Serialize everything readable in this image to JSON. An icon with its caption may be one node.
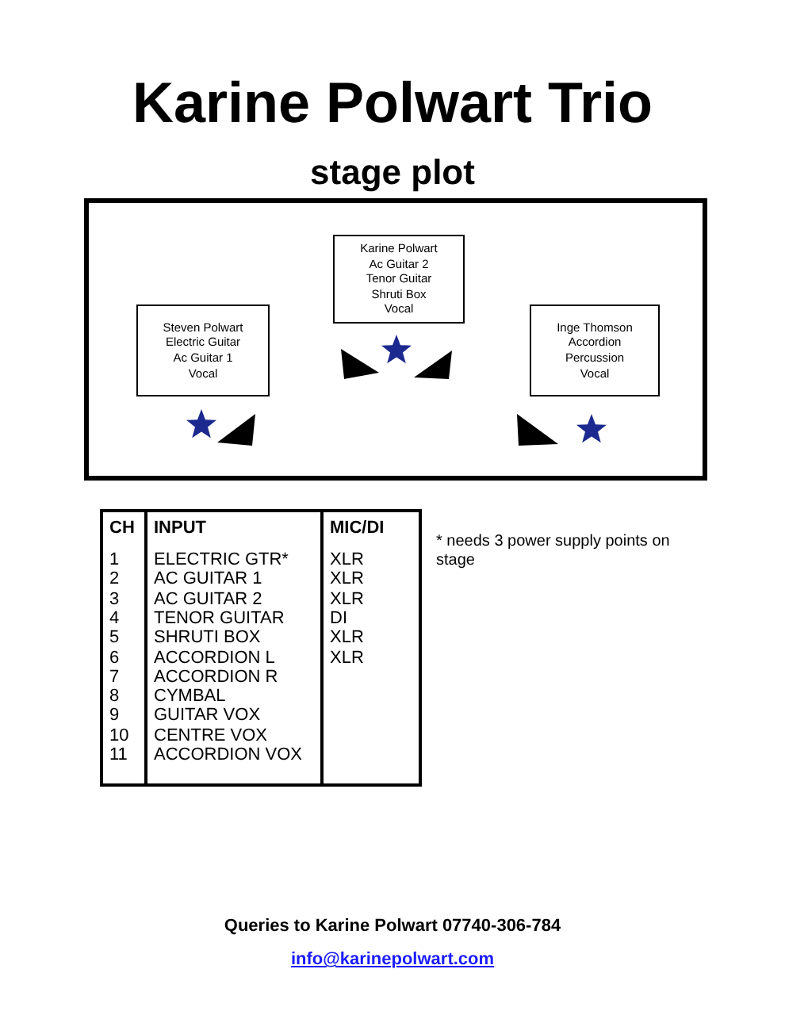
{
  "diagram": {
    "title": "Karine Polwart Trio",
    "nodes": [
      {
        "text": [],
        "shape": "box"
      },
      {
        "text": [
          "Steven Polwart",
          "Electric Guitar",
          "Ac Guitar 1",
          "Vocal"
        ],
        "in": 0
      },
      {
        "text": [
          "Karine Polwart",
          "Ac Guitar 2",
          "Tenor Guitar",
          "Shruti Box",
          "Vocal"
        ],
        "in": 0
      },
      {
        "text": [
          "Inge Thomson",
          "Accordion",
          "Percussion",
          "Vocal"
        ],
        "in": 0
      }
    ],
    "labels": [
      "stage plot",
      "CH",
      "INPUT",
      "MIC/DI",
      "1",
      "ELECTRIC GTR*",
      "XLR",
      "2",
      "AC GUITAR 1",
      "XLR",
      "3",
      "AC GUITAR 2",
      "XLR",
      "4",
      "TENOR GUITAR",
      "DI",
      "5",
      "SHRUTI BOX",
      "XLR",
      "6",
      "ACCORDION L",
      "XLR",
      "7",
      "ACCORDION R",
      "8",
      "CYMBAL",
      "9",
      "GUITAR VOX",
      "10",
      "CENTRE VOX",
      "11",
      "ACCORDION VOX",
      "* needs 3 power supply points on stage",
      "Queries to Karine Polwart 07740-306-784",
      "info@karinepolwart.com"
    ]
  }
}
